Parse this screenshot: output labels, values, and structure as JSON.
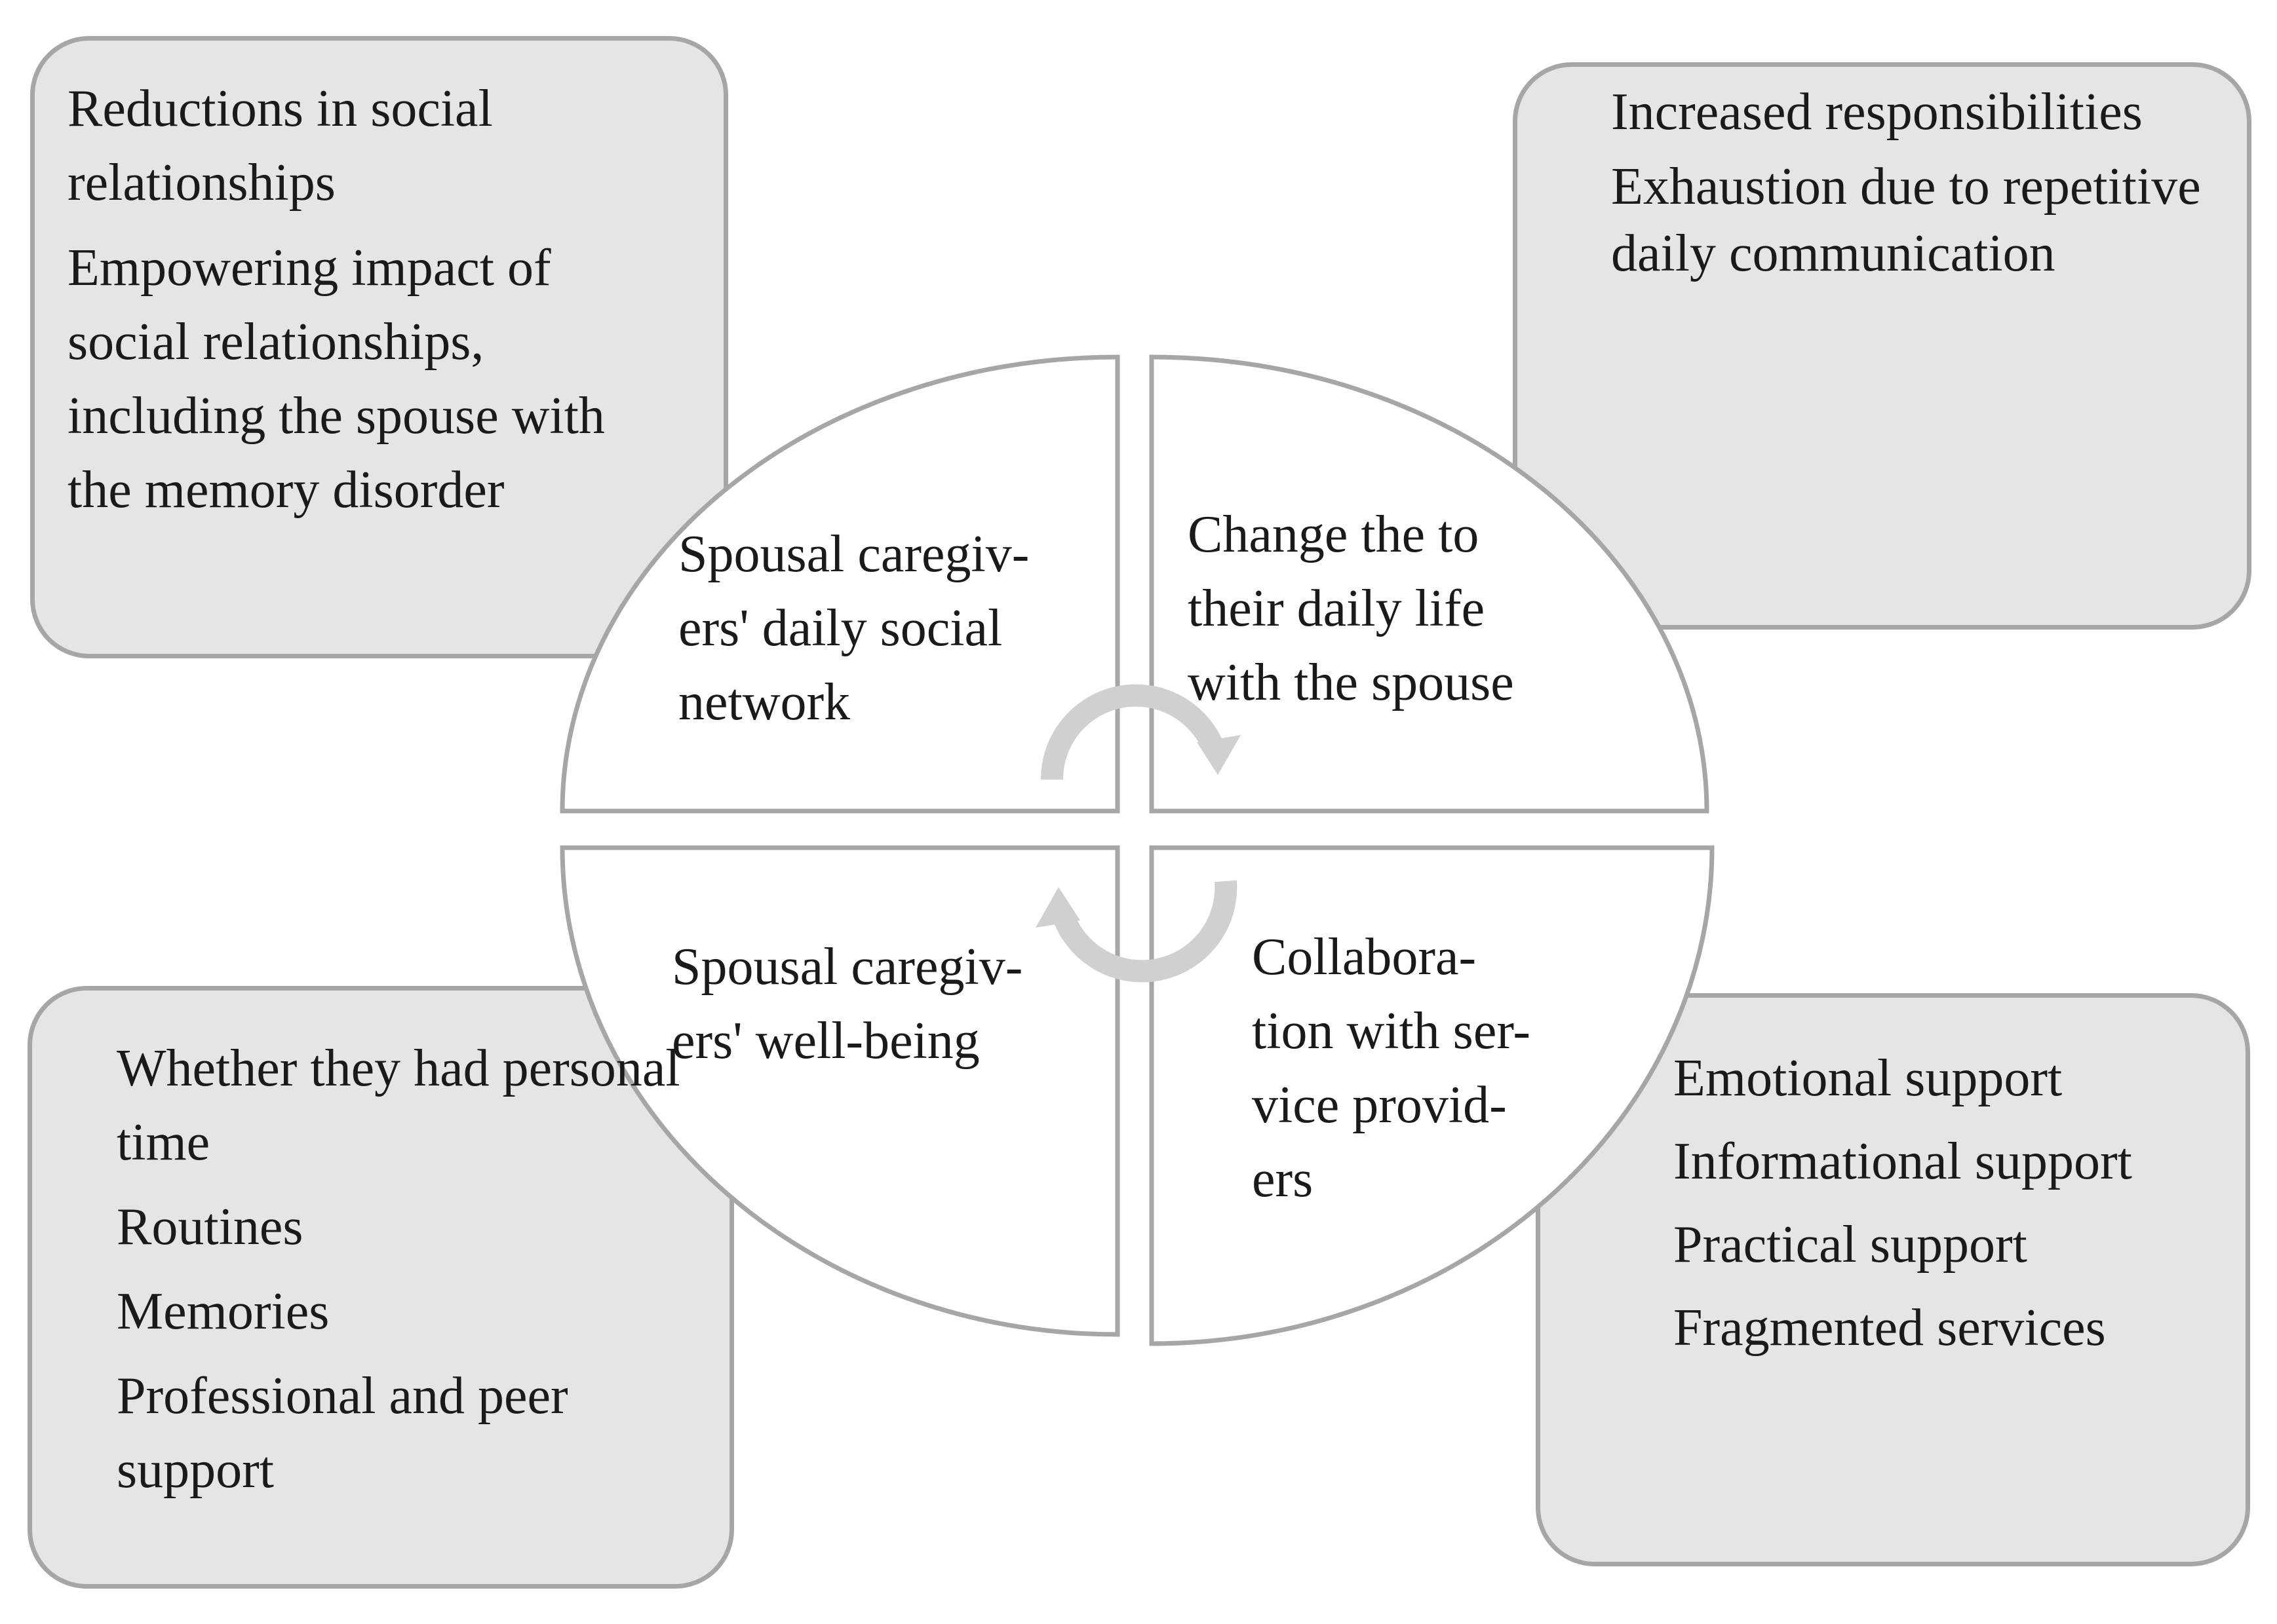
{
  "colors": {
    "box_fill": "#e5e5e5",
    "box_border": "#a6a6a6",
    "quadrant_fill": "#ffffff",
    "quadrant_border": "#a6a6a6",
    "arrow": "#d0d0d0",
    "text": "#1a1a1a"
  },
  "icons": [
    "cycle-arrow-top-icon",
    "cycle-arrow-bottom-icon"
  ],
  "quadrants": {
    "top_left": "Spousal caregiv-\ners' daily social\nnetwork",
    "top_right": "Change the to\ntheir daily life\nwith the spouse",
    "bottom_left": "Spousal caregiv-\ners' well-being",
    "bottom_right": "Collabora-\ntion with ser-\nvice provid-\ners"
  },
  "boxes": {
    "top_left": [
      "Reductions in social relationships",
      "Empowering impact of social relationships, including the spouse with the memory disorder"
    ],
    "top_right": [
      "Increased responsibilities",
      "Exhaustion due to repetitive daily communication"
    ],
    "bottom_left": [
      "Whether they had personal time",
      "Routines",
      "Memories",
      "Professional and peer support"
    ],
    "bottom_right": [
      "Emotional support",
      "Informational support",
      "Practical support",
      "Fragmented services"
    ]
  }
}
